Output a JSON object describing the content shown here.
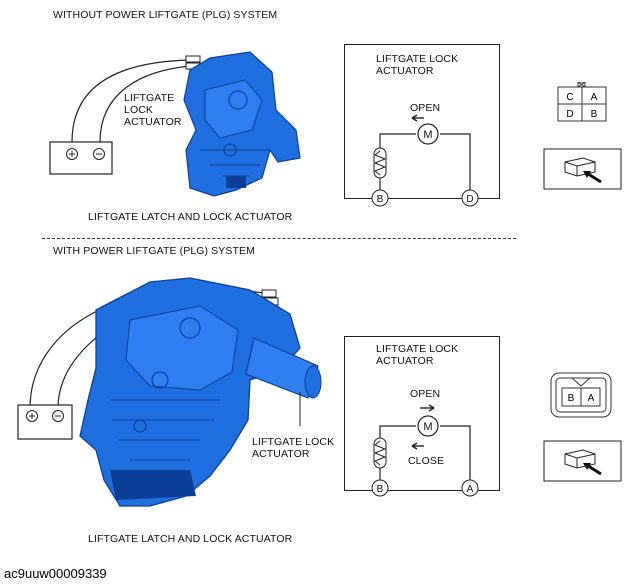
{
  "top": {
    "title": "WITHOUT POWER LIFTGATE (PLG) SYSTEM",
    "actuator_callout": "LIFTGATE\nLOCK\nACTUATOR",
    "caption": "LIFTGATE LATCH AND LOCK ACTUATOR",
    "schematic": {
      "title": "LIFTGATE LOCK\nACTUATOR",
      "open_label": "OPEN",
      "motor": "M",
      "terminal_left": "B",
      "terminal_right": "D"
    },
    "connector": {
      "pins": [
        "C",
        "A",
        "D",
        "B"
      ]
    }
  },
  "bottom": {
    "title": "WITH POWER LIFTGATE (PLG) SYSTEM",
    "actuator_callout": "LIFTGATE LOCK\nACTUATOR",
    "caption": "LIFTGATE LATCH AND LOCK ACTUATOR",
    "schematic": {
      "title": "LIFTGATE LOCK\nACTUATOR",
      "open_label": "OPEN",
      "close_label": "CLOSE",
      "motor": "M",
      "terminal_left": "B",
      "terminal_right": "A"
    },
    "connector": {
      "pins": [
        "B",
        "A"
      ]
    }
  },
  "battery": {
    "plus": "⊕",
    "minus": "⊖"
  },
  "footer_code": "ac9uuw00009339",
  "colors": {
    "part_blue": "#1f6fe0",
    "part_dark": "#0b3f99",
    "line": "#222222"
  }
}
